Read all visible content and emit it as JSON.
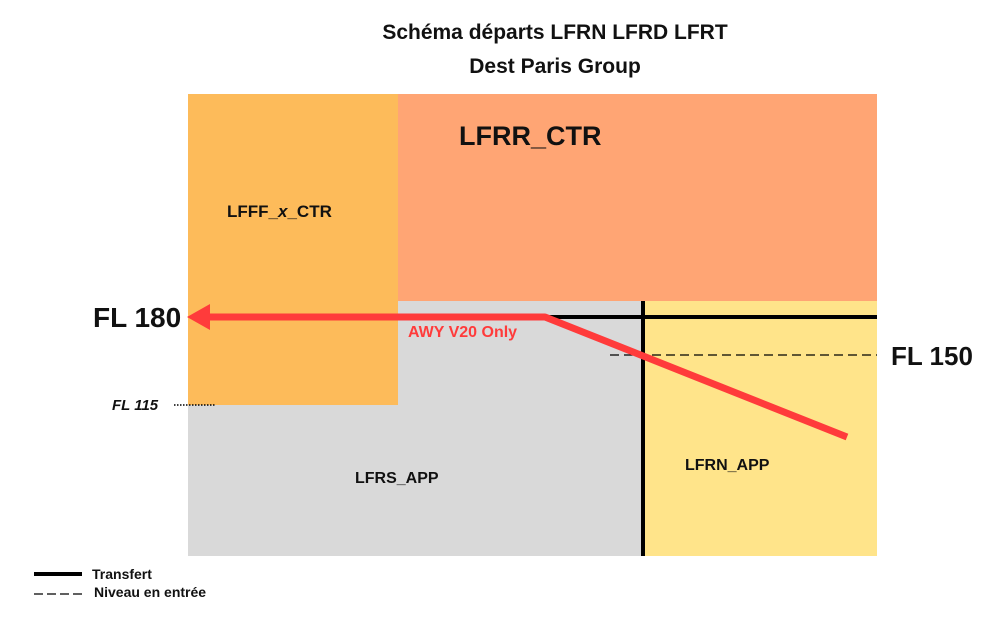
{
  "title": {
    "line1": "Schéma départs LFRN LFRD LFRT",
    "line2": "Dest Paris Group"
  },
  "zones": {
    "lfrr": "LFRR_CTR",
    "lfff_prefix": "LFFF_",
    "lfff_x": "x",
    "lfff_suffix": "_CTR",
    "lfrs": "LFRS_APP",
    "lfrn": "LFRN_APP"
  },
  "levels": {
    "fl180": "FL 180",
    "fl150": "FL 150",
    "fl115": "FL 115"
  },
  "route": {
    "label": "AWY V20 Only",
    "color": "#ff3b3b"
  },
  "legend": {
    "transfer": "Transfert",
    "entry_level": "Niveau en entrée"
  },
  "colors": {
    "lfff": "#fdbb5a",
    "lfrr": "#ffa574",
    "lfrs": "#d9d9d9",
    "lfrn": "#ffe48a"
  }
}
